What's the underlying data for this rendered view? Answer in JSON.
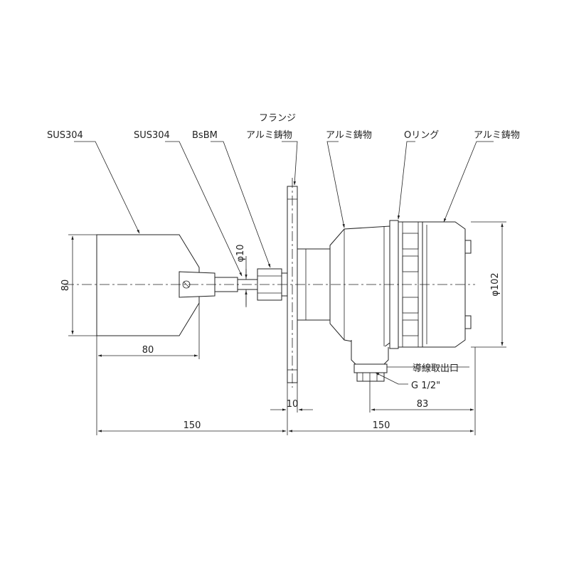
{
  "labels": {
    "sus304_paddle": "SUS304",
    "sus304_shaft": "SUS304",
    "bsbm": "BsBM",
    "flange_title": "フランジ",
    "flange_material": "アルミ鋳物",
    "housing_material": "アルミ鋳物",
    "oring": "Oリング",
    "cover_material": "アルミ鋳物",
    "cable_outlet": "導線取出口",
    "thread": "G 1/2\""
  },
  "dimensions": {
    "paddle_height": "80",
    "paddle_length": "80",
    "shaft_dia": "φ10",
    "flange_thickness": "10",
    "left_length": "150",
    "right_length": "150",
    "outlet_offset": "83",
    "housing_dia": "φ102"
  }
}
